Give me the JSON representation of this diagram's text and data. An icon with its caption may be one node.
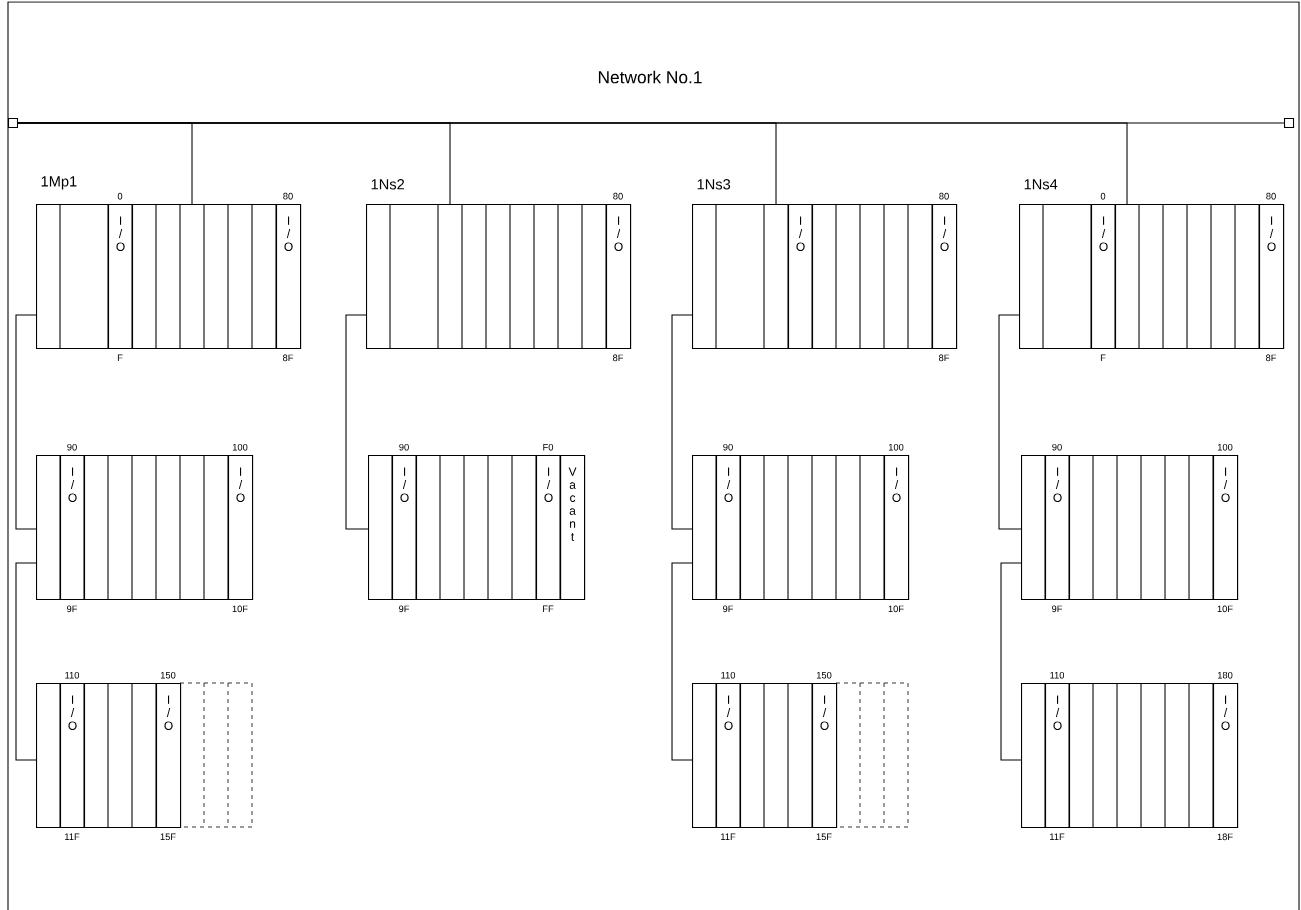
{
  "diagram": {
    "title": "Network No.1",
    "nodes": [
      {
        "text": [],
        "shape": "box"
      },
      {
        "text": [],
        "shape": "box"
      },
      {
        "text": [
          "1Mp1"
        ],
        "beside": [
          "0",
          "80",
          "F",
          "8F"
        ]
      },
      {
        "text": [
          "I/O"
        ],
        "in": 2
      },
      {
        "text": [
          "I/O"
        ],
        "in": 2
      },
      {
        "text": [],
        "shape": "box",
        "beside": [
          "90",
          "100",
          "9F",
          "10F"
        ]
      },
      {
        "text": [
          "I/O"
        ],
        "in": 5
      },
      {
        "text": [
          "I/O"
        ],
        "in": 5
      },
      {
        "text": [],
        "shape": "box",
        "beside": [
          "110",
          "150",
          "11F",
          "15F"
        ]
      },
      {
        "text": [
          "I/O"
        ],
        "in": 8
      },
      {
        "text": [
          "I/O"
        ],
        "in": 8
      },
      {
        "text": [
          "1Ns2"
        ],
        "beside": [
          "80",
          "8F"
        ]
      },
      {
        "text": [
          "I/O"
        ],
        "in": 11
      },
      {
        "text": [],
        "shape": "box",
        "beside": [
          "90",
          "F0",
          "9F",
          "FF"
        ]
      },
      {
        "text": [
          "I/O"
        ],
        "in": 13
      },
      {
        "text": [
          "I/O"
        ],
        "in": 13
      },
      {
        "text": [
          "Vacant"
        ],
        "in": 13
      },
      {
        "text": [
          "1Ns3"
        ],
        "beside": [
          "80",
          "8F"
        ]
      },
      {
        "text": [
          "I/O"
        ],
        "in": 17
      },
      {
        "text": [
          "I/O"
        ],
        "in": 17
      },
      {
        "text": [],
        "shape": "box",
        "beside": [
          "90",
          "100",
          "9F",
          "10F"
        ]
      },
      {
        "text": [
          "I/O"
        ],
        "in": 20
      },
      {
        "text": [
          "I/O"
        ],
        "in": 20
      },
      {
        "text": [],
        "shape": "box",
        "beside": [
          "110",
          "150",
          "11F",
          "15F"
        ]
      },
      {
        "text": [
          "I/O"
        ],
        "in": 23
      },
      {
        "text": [
          "I/O"
        ],
        "in": 23
      },
      {
        "text": [
          "1Ns4"
        ],
        "beside": [
          "0",
          "80",
          "F",
          "8F"
        ]
      },
      {
        "text": [
          "I/O"
        ],
        "in": 26
      },
      {
        "text": [
          "I/O"
        ],
        "in": 26
      },
      {
        "text": [],
        "shape": "box",
        "beside": [
          "90",
          "100",
          "9F",
          "10F"
        ]
      },
      {
        "text": [
          "I/O"
        ],
        "in": 29
      },
      {
        "text": [
          "I/O"
        ],
        "in": 29
      },
      {
        "text": [],
        "shape": "box",
        "beside": [
          "110",
          "180",
          "11F",
          "18F"
        ]
      },
      {
        "text": [
          "I/O"
        ],
        "in": 32
      },
      {
        "text": [
          "I/O"
        ],
        "in": 32
      }
    ],
    "edges": [
      {
        "from": 0,
        "to": 1,
        "arrow": "none"
      },
      {
        "from": 0,
        "to": 2,
        "arrow": "none"
      },
      {
        "from": 0,
        "to": 11,
        "arrow": "none"
      },
      {
        "from": 0,
        "to": 17,
        "arrow": "none"
      },
      {
        "from": 0,
        "to": 26,
        "arrow": "none"
      },
      {
        "from": 2,
        "to": 5,
        "arrow": "none"
      },
      {
        "from": 5,
        "to": 8,
        "arrow": "none"
      },
      {
        "from": 11,
        "to": 13,
        "arrow": "none"
      },
      {
        "from": 17,
        "to": 20,
        "arrow": "none"
      },
      {
        "from": 20,
        "to": 23,
        "arrow": "none"
      },
      {
        "from": 26,
        "to": 29,
        "arrow": "none"
      },
      {
        "from": 29,
        "to": 32,
        "arrow": "none"
      }
    ]
  }
}
